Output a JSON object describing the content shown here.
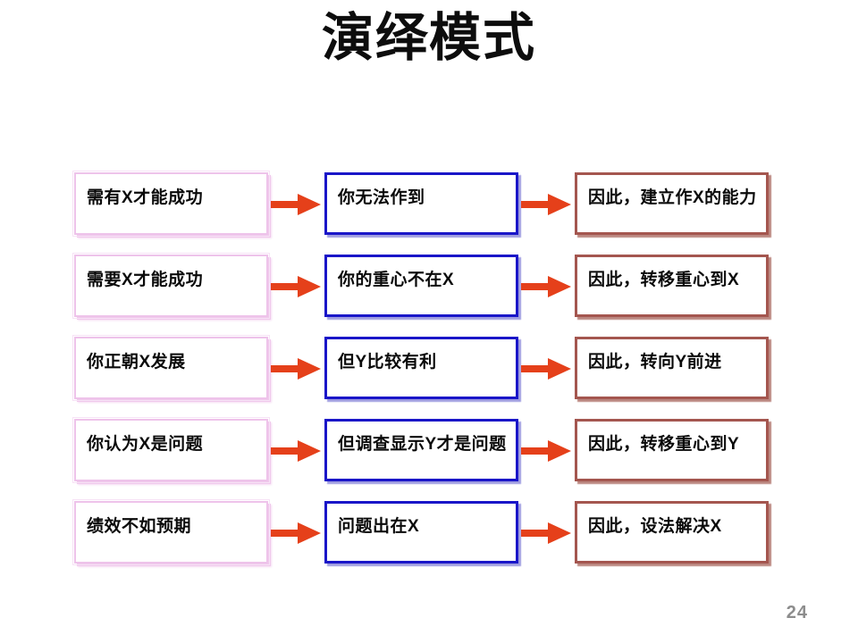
{
  "slide": {
    "title": "演绎模式",
    "page_number": "24",
    "colors": {
      "title_text": "#0d0d0d",
      "premise_border": "#eec3ea",
      "observation_border": "#1a16c8",
      "conclusion_border": "#a4564f",
      "arrow": "#e5401a",
      "page_number_text": "#8d8d8d",
      "background": "#ffffff"
    }
  },
  "diagram": {
    "type": "flow",
    "arrow_icon": "right-arrow-icon",
    "rows": [
      {
        "premise": "需有X才能成功",
        "observation": "你无法作到",
        "conclusion": "因此，建立作X的能力"
      },
      {
        "premise": "需要X才能成功",
        "observation": "你的重心不在X",
        "conclusion": "因此，转移重心到X"
      },
      {
        "premise": "你正朝X发展",
        "observation": "但Y比较有利",
        "conclusion": "因此，转向Y前进"
      },
      {
        "premise": "你认为X是问题",
        "observation": "但调查显示Y才是问题",
        "conclusion": "因此，转移重心到Y"
      },
      {
        "premise": "绩效不如预期",
        "observation": "问题出在X",
        "conclusion": "因此，设法解决X"
      }
    ]
  }
}
